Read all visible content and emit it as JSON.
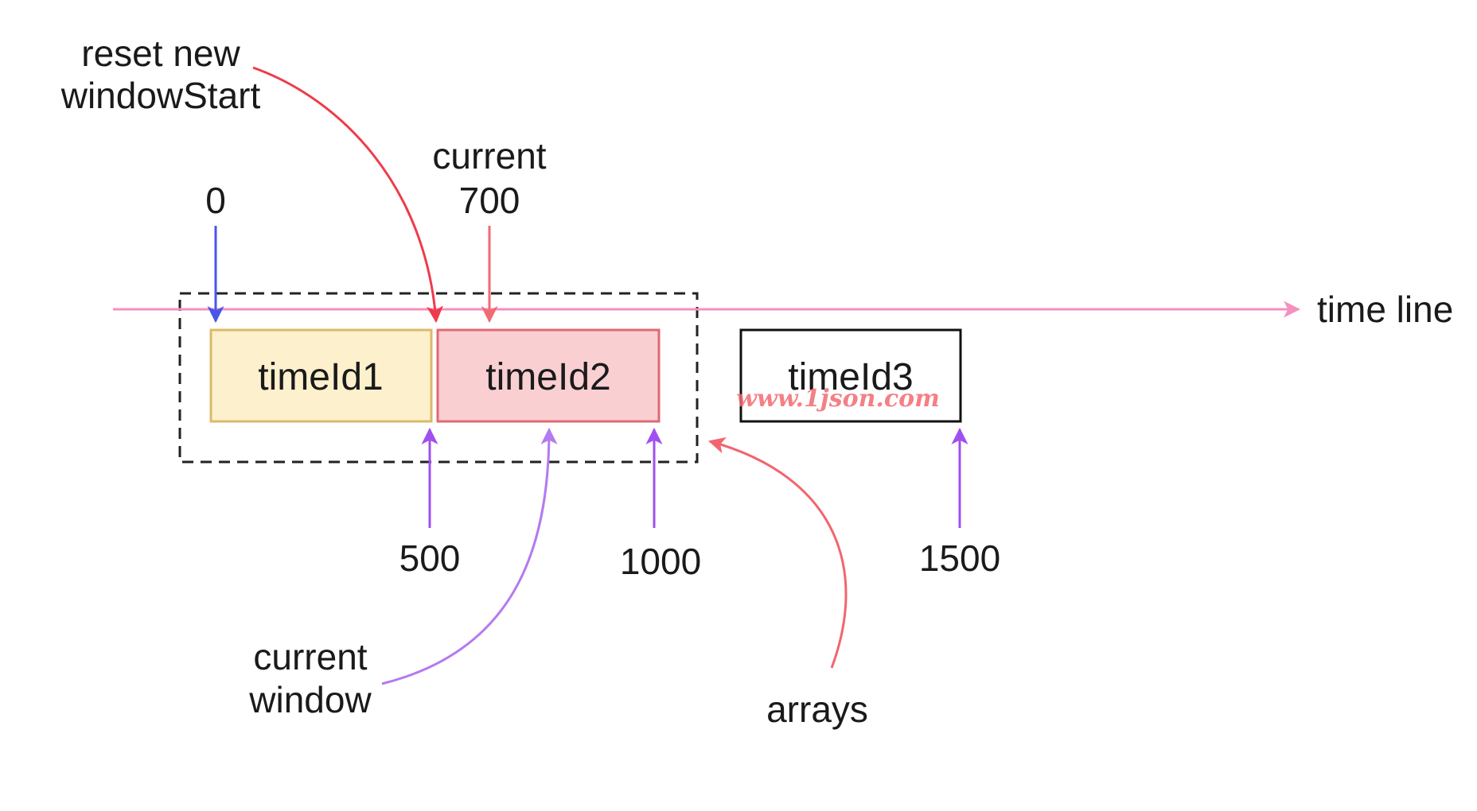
{
  "labels": {
    "reset_line1": "reset new",
    "reset_line2": "windowStart",
    "current_line1": "current",
    "current_value": "700",
    "zero": "0",
    "timeline": "time line",
    "tick_500": "500",
    "tick_1000": "1000",
    "tick_1500": "1500",
    "current_window_line1": "current",
    "current_window_line2": "window",
    "arrays": "arrays"
  },
  "boxes": [
    {
      "label": "timeId1",
      "fill": "#fdf0cc",
      "stroke": "#dcb96a"
    },
    {
      "label": "timeId2",
      "fill": "#f9cfd2",
      "stroke": "#e06a72"
    },
    {
      "label": "timeId3",
      "fill": "#ffffff",
      "stroke": "#111111"
    }
  ],
  "watermark": "www.1json.com",
  "colors": {
    "timeline": "#f58fbf",
    "reset_arrow": "#ef3b4a",
    "current_arrow": "#f26a72",
    "zero_arrow": "#4a55e8",
    "tick_arrows": "#a04ff0",
    "current_window_curve": "#b47af0",
    "arrays_curve": "#f2656f",
    "dashed_frame": "#222222"
  }
}
